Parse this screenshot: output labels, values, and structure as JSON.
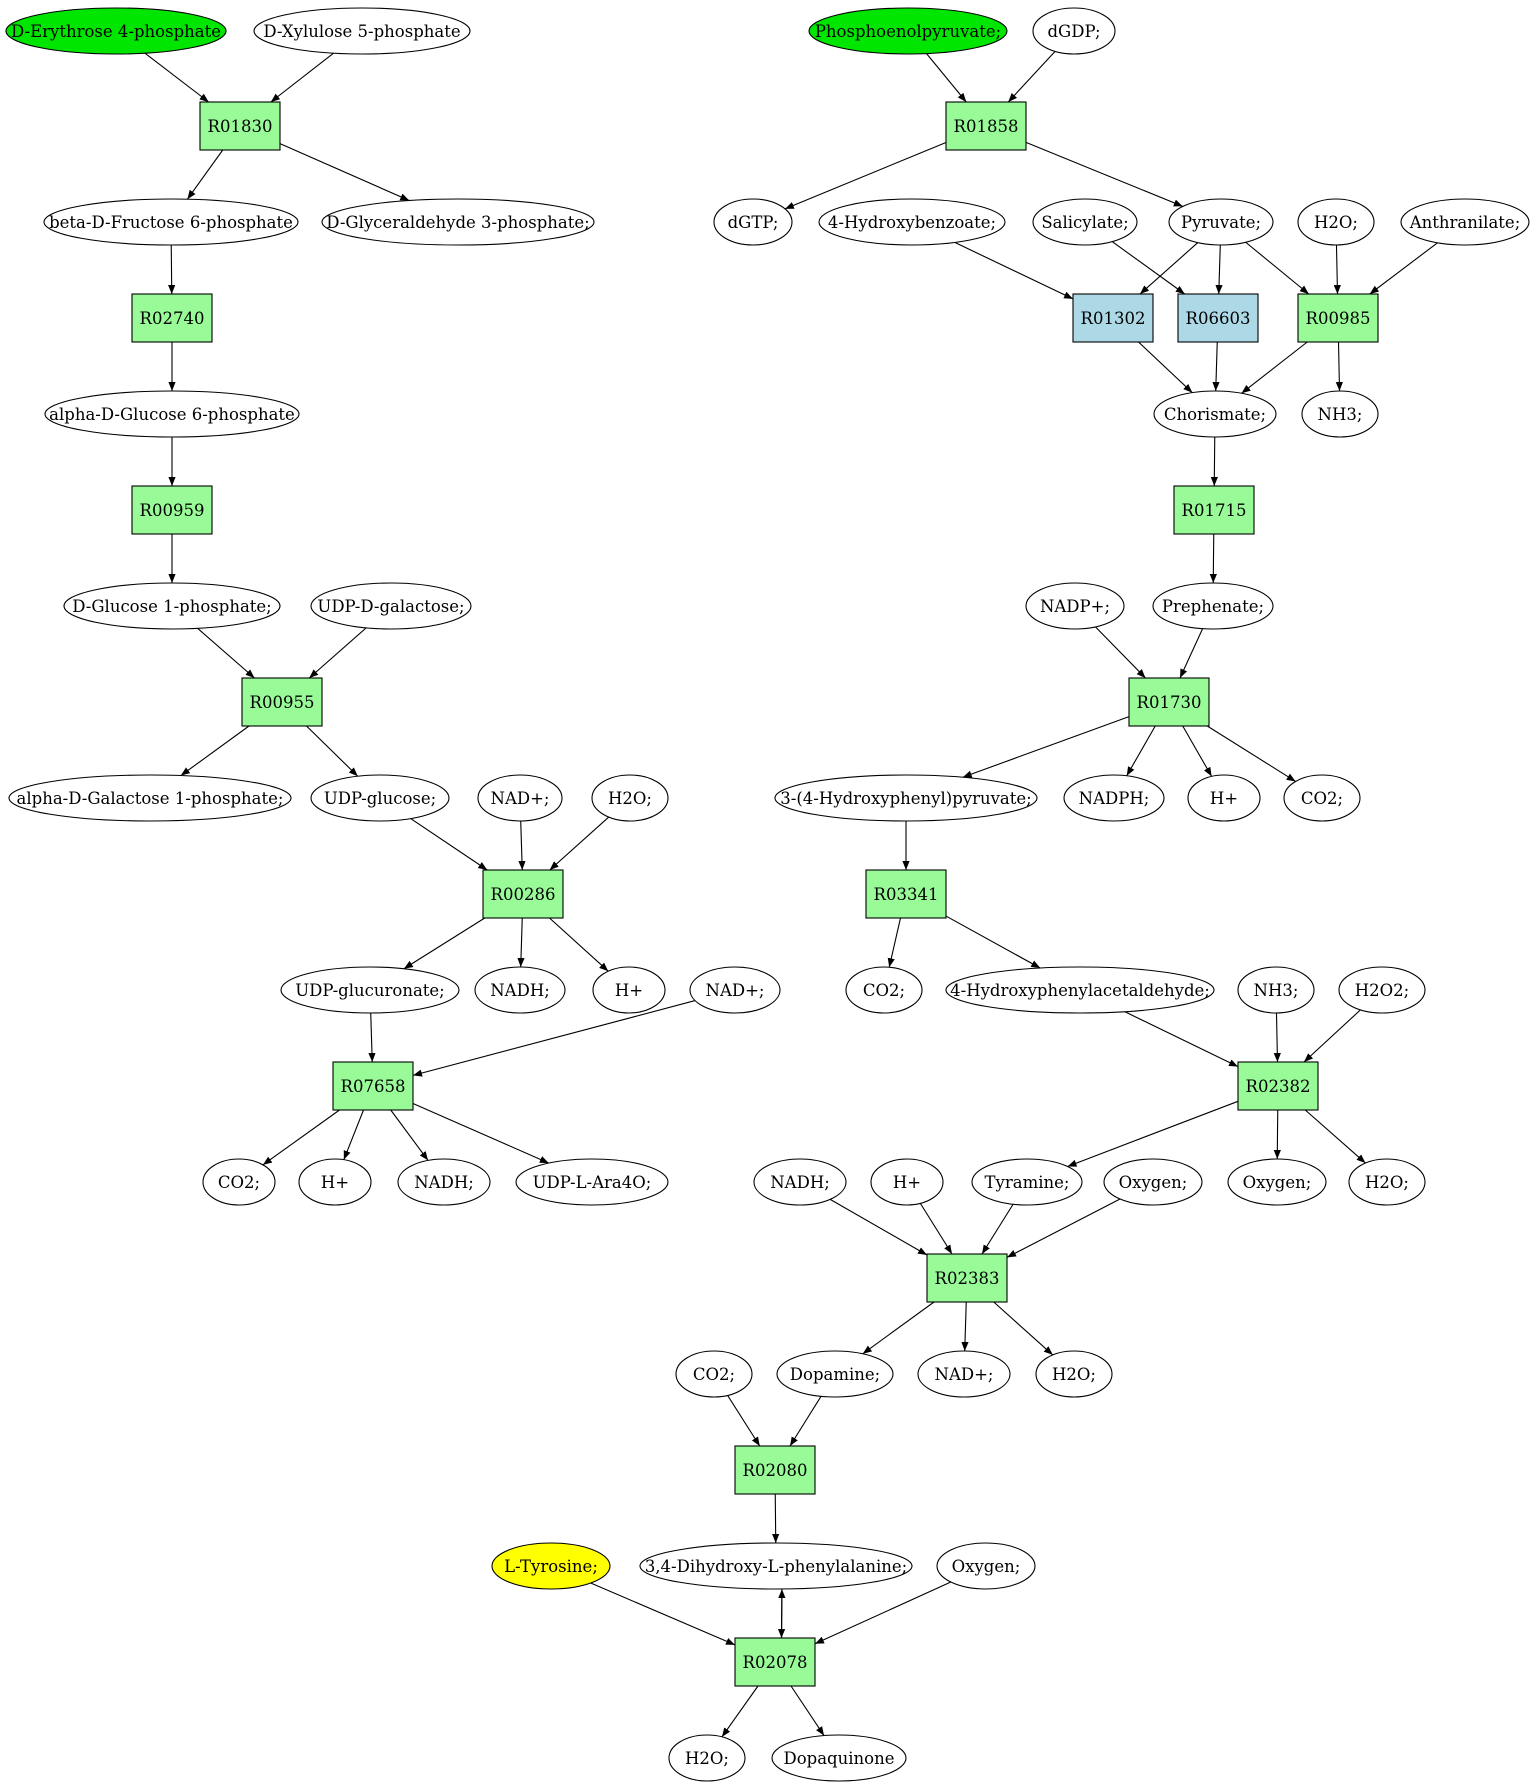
{
  "colors": {
    "reaction_default": "#98fb98",
    "reaction_alt": "#add8e6",
    "compound_default": "#ffffff",
    "compound_start": "#00e600",
    "compound_target": "#ffff00",
    "stroke": "#000000"
  },
  "nodes": [
    {
      "id": "n1",
      "label": "D-Erythrose 4-phosphate",
      "kind": "compound",
      "fill": "#00e600"
    },
    {
      "id": "n2",
      "label": "D-Xylulose 5-phosphate",
      "kind": "compound"
    },
    {
      "id": "n3",
      "label": "R01830",
      "kind": "reaction"
    },
    {
      "id": "n4",
      "label": "beta-D-Fructose 6-phosphate",
      "kind": "compound"
    },
    {
      "id": "n5",
      "label": "D-Glyceraldehyde 3-phosphate;",
      "kind": "compound"
    },
    {
      "id": "n6",
      "label": "R02740",
      "kind": "reaction"
    },
    {
      "id": "n7",
      "label": "alpha-D-Glucose 6-phosphate",
      "kind": "compound"
    },
    {
      "id": "n8",
      "label": "R00959",
      "kind": "reaction"
    },
    {
      "id": "n9",
      "label": "D-Glucose 1-phosphate;",
      "kind": "compound"
    },
    {
      "id": "n10",
      "label": "UDP-D-galactose;",
      "kind": "compound"
    },
    {
      "id": "n11",
      "label": "R00955",
      "kind": "reaction"
    },
    {
      "id": "n12",
      "label": "alpha-D-Galactose 1-phosphate;",
      "kind": "compound"
    },
    {
      "id": "n13",
      "label": "UDP-glucose;",
      "kind": "compound"
    },
    {
      "id": "n14",
      "label": "NAD+;",
      "kind": "compound"
    },
    {
      "id": "n15",
      "label": "H2O;",
      "kind": "compound"
    },
    {
      "id": "n16",
      "label": "R00286",
      "kind": "reaction"
    },
    {
      "id": "n17",
      "label": "UDP-glucuronate;",
      "kind": "compound"
    },
    {
      "id": "n18",
      "label": "NADH;",
      "kind": "compound"
    },
    {
      "id": "n19",
      "label": "H+",
      "kind": "compound"
    },
    {
      "id": "n20",
      "label": "NAD+;",
      "kind": "compound"
    },
    {
      "id": "n21",
      "label": "R07658",
      "kind": "reaction"
    },
    {
      "id": "n22",
      "label": "CO2;",
      "kind": "compound"
    },
    {
      "id": "n23",
      "label": "H+",
      "kind": "compound"
    },
    {
      "id": "n24",
      "label": "NADH;",
      "kind": "compound"
    },
    {
      "id": "n25",
      "label": "UDP-L-Ara4O;",
      "kind": "compound"
    },
    {
      "id": "n26",
      "label": "Phosphoenolpyruvate;",
      "kind": "compound",
      "fill": "#00e600"
    },
    {
      "id": "n27",
      "label": "dGDP;",
      "kind": "compound"
    },
    {
      "id": "n28",
      "label": "R01858",
      "kind": "reaction"
    },
    {
      "id": "n29",
      "label": "dGTP;",
      "kind": "compound"
    },
    {
      "id": "n30",
      "label": "4-Hydroxybenzoate;",
      "kind": "compound"
    },
    {
      "id": "n31",
      "label": "Salicylate;",
      "kind": "compound"
    },
    {
      "id": "n32",
      "label": "Pyruvate;",
      "kind": "compound"
    },
    {
      "id": "n33",
      "label": "H2O;",
      "kind": "compound"
    },
    {
      "id": "n34",
      "label": "Anthranilate;",
      "kind": "compound"
    },
    {
      "id": "n35",
      "label": "R01302",
      "kind": "reaction",
      "fill": "#add8e6"
    },
    {
      "id": "n36",
      "label": "R06603",
      "kind": "reaction",
      "fill": "#add8e6"
    },
    {
      "id": "n37",
      "label": "R00985",
      "kind": "reaction"
    },
    {
      "id": "n38",
      "label": "Chorismate;",
      "kind": "compound"
    },
    {
      "id": "n39",
      "label": "NH3;",
      "kind": "compound"
    },
    {
      "id": "n40",
      "label": "R01715",
      "kind": "reaction"
    },
    {
      "id": "n41",
      "label": "NADP+;",
      "kind": "compound"
    },
    {
      "id": "n42",
      "label": "Prephenate;",
      "kind": "compound"
    },
    {
      "id": "n43",
      "label": "R01730",
      "kind": "reaction"
    },
    {
      "id": "n44",
      "label": "3-(4-Hydroxyphenyl)pyruvate;",
      "kind": "compound"
    },
    {
      "id": "n45",
      "label": "NADPH;",
      "kind": "compound"
    },
    {
      "id": "n46",
      "label": "H+",
      "kind": "compound"
    },
    {
      "id": "n47",
      "label": "CO2;",
      "kind": "compound"
    },
    {
      "id": "n48",
      "label": "R03341",
      "kind": "reaction"
    },
    {
      "id": "n49",
      "label": "CO2;",
      "kind": "compound"
    },
    {
      "id": "n50",
      "label": "4-Hydroxyphenylacetaldehyde;",
      "kind": "compound"
    },
    {
      "id": "n51",
      "label": "NH3;",
      "kind": "compound"
    },
    {
      "id": "n52",
      "label": "H2O2;",
      "kind": "compound"
    },
    {
      "id": "n53",
      "label": "R02382",
      "kind": "reaction"
    },
    {
      "id": "n54",
      "label": "NADH;",
      "kind": "compound"
    },
    {
      "id": "n55",
      "label": "H+",
      "kind": "compound"
    },
    {
      "id": "n56",
      "label": "Tyramine;",
      "kind": "compound"
    },
    {
      "id": "n57",
      "label": "Oxygen;",
      "kind": "compound"
    },
    {
      "id": "n58",
      "label": "Oxygen;",
      "kind": "compound"
    },
    {
      "id": "n59",
      "label": "H2O;",
      "kind": "compound"
    },
    {
      "id": "n60",
      "label": "R02383",
      "kind": "reaction"
    },
    {
      "id": "n61",
      "label": "CO2;",
      "kind": "compound"
    },
    {
      "id": "n62",
      "label": "Dopamine;",
      "kind": "compound"
    },
    {
      "id": "n63",
      "label": "NAD+;",
      "kind": "compound"
    },
    {
      "id": "n64",
      "label": "H2O;",
      "kind": "compound"
    },
    {
      "id": "n65",
      "label": "R02080",
      "kind": "reaction"
    },
    {
      "id": "n66",
      "label": "L-Tyrosine;",
      "kind": "compound",
      "fill": "#ffff00"
    },
    {
      "id": "n67",
      "label": "3,4-Dihydroxy-L-phenylalanine;",
      "kind": "compound"
    },
    {
      "id": "n68",
      "label": "Oxygen;",
      "kind": "compound"
    },
    {
      "id": "n69",
      "label": "R02078",
      "kind": "reaction"
    },
    {
      "id": "n70",
      "label": "H2O;",
      "kind": "compound"
    },
    {
      "id": "n71",
      "label": "Dopaquinone",
      "kind": "compound"
    }
  ],
  "edges": [
    [
      "n1",
      "n3"
    ],
    [
      "n2",
      "n3"
    ],
    [
      "n3",
      "n4"
    ],
    [
      "n3",
      "n5"
    ],
    [
      "n4",
      "n6"
    ],
    [
      "n6",
      "n7"
    ],
    [
      "n7",
      "n8"
    ],
    [
      "n8",
      "n9"
    ],
    [
      "n9",
      "n11"
    ],
    [
      "n10",
      "n11"
    ],
    [
      "n11",
      "n12"
    ],
    [
      "n11",
      "n13"
    ],
    [
      "n13",
      "n16"
    ],
    [
      "n14",
      "n16"
    ],
    [
      "n15",
      "n16"
    ],
    [
      "n16",
      "n17"
    ],
    [
      "n16",
      "n18"
    ],
    [
      "n16",
      "n19"
    ],
    [
      "n17",
      "n21"
    ],
    [
      "n20",
      "n21"
    ],
    [
      "n21",
      "n22"
    ],
    [
      "n21",
      "n23"
    ],
    [
      "n21",
      "n24"
    ],
    [
      "n21",
      "n25"
    ],
    [
      "n26",
      "n28"
    ],
    [
      "n27",
      "n28"
    ],
    [
      "n28",
      "n29"
    ],
    [
      "n28",
      "n32"
    ],
    [
      "n30",
      "n35"
    ],
    [
      "n32",
      "n35"
    ],
    [
      "n31",
      "n36"
    ],
    [
      "n32",
      "n36"
    ],
    [
      "n32",
      "n37"
    ],
    [
      "n33",
      "n37"
    ],
    [
      "n34",
      "n37"
    ],
    [
      "n35",
      "n38"
    ],
    [
      "n36",
      "n38"
    ],
    [
      "n37",
      "n38"
    ],
    [
      "n37",
      "n39"
    ],
    [
      "n38",
      "n40"
    ],
    [
      "n40",
      "n42"
    ],
    [
      "n41",
      "n43"
    ],
    [
      "n42",
      "n43"
    ],
    [
      "n43",
      "n44"
    ],
    [
      "n43",
      "n45"
    ],
    [
      "n43",
      "n46"
    ],
    [
      "n43",
      "n47"
    ],
    [
      "n44",
      "n48"
    ],
    [
      "n48",
      "n49"
    ],
    [
      "n48",
      "n50"
    ],
    [
      "n50",
      "n53"
    ],
    [
      "n51",
      "n53"
    ],
    [
      "n52",
      "n53"
    ],
    [
      "n53",
      "n56"
    ],
    [
      "n53",
      "n58"
    ],
    [
      "n53",
      "n59"
    ],
    [
      "n54",
      "n60"
    ],
    [
      "n55",
      "n60"
    ],
    [
      "n56",
      "n60"
    ],
    [
      "n57",
      "n60"
    ],
    [
      "n60",
      "n62"
    ],
    [
      "n60",
      "n63"
    ],
    [
      "n60",
      "n64"
    ],
    [
      "n61",
      "n65"
    ],
    [
      "n62",
      "n65"
    ],
    [
      "n65",
      "n67"
    ],
    [
      "n66",
      "n69"
    ],
    [
      "n67",
      "n69"
    ],
    [
      "n69",
      "n67"
    ],
    [
      "n68",
      "n69"
    ],
    [
      "n69",
      "n70"
    ],
    [
      "n69",
      "n71"
    ]
  ]
}
